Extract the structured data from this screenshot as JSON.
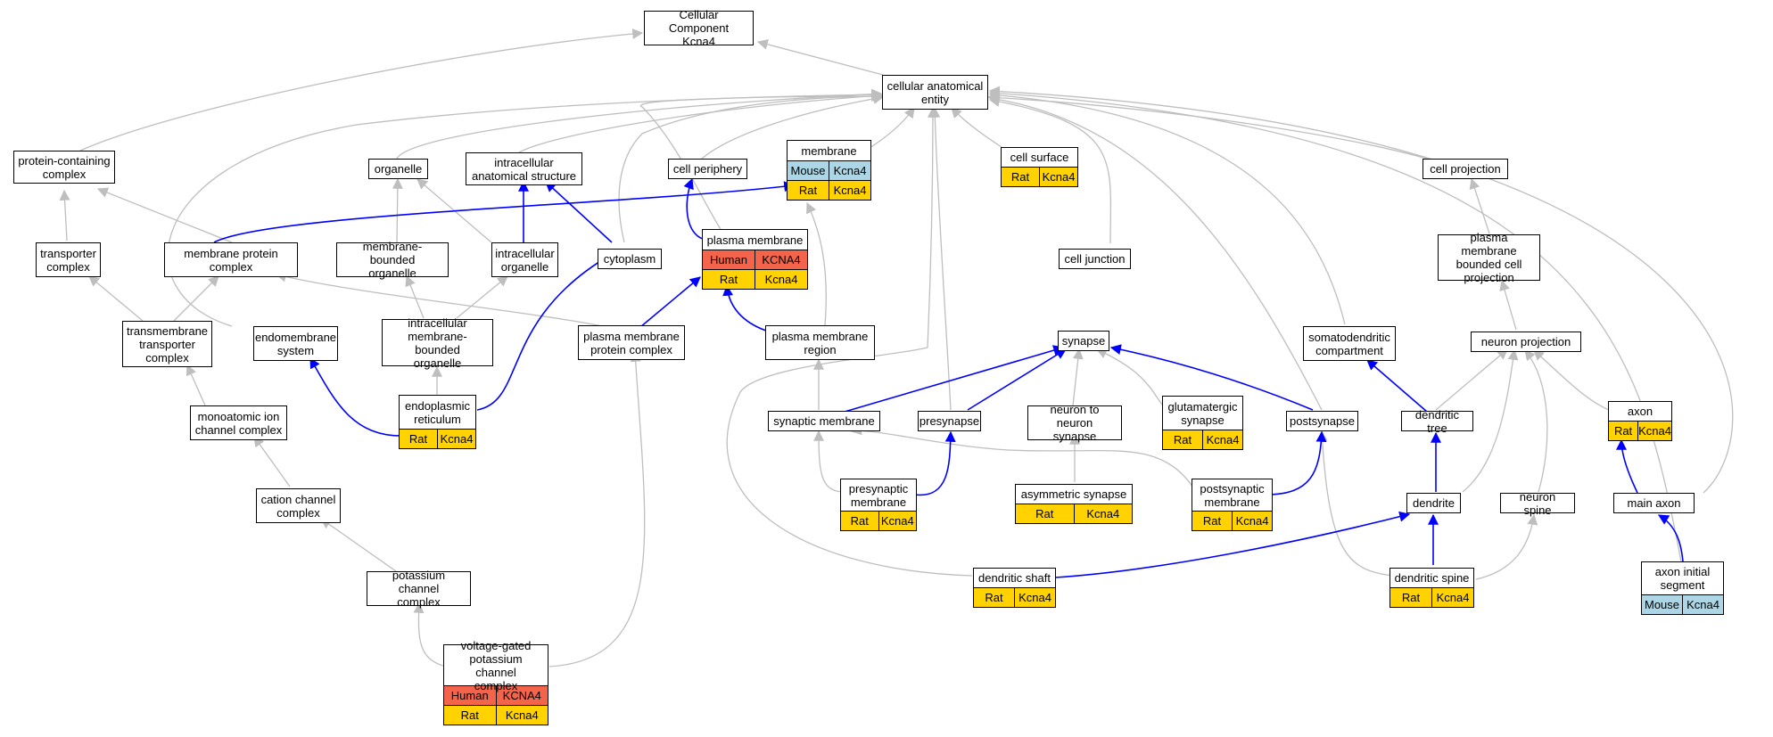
{
  "colors": {
    "edge_gray": "#bebebe",
    "edge_blue": "#0000ff",
    "human": "#f4644a",
    "rat": "#ffd200",
    "mouse": "#acd6e6"
  },
  "nodes": [
    {
      "id": "cc",
      "label": "Cellular Component\nKcna4"
    },
    {
      "id": "cae",
      "label": "cellular anatomical\nentity"
    },
    {
      "id": "pcc",
      "label": "protein-containing\ncomplex"
    },
    {
      "id": "org",
      "label": "organelle"
    },
    {
      "id": "ias",
      "label": "intracellular\nanatomical structure"
    },
    {
      "id": "cper",
      "label": "cell periphery"
    },
    {
      "id": "mem",
      "label": "membrane",
      "ann": [
        [
          "Mouse",
          "Kcna4"
        ],
        [
          "Rat",
          "Kcna4"
        ]
      ]
    },
    {
      "id": "csurf",
      "label": "cell surface",
      "ann": [
        [
          "Rat",
          "Kcna4"
        ]
      ]
    },
    {
      "id": "cproj",
      "label": "cell projection"
    },
    {
      "id": "tc",
      "label": "transporter\ncomplex"
    },
    {
      "id": "mpc",
      "label": "membrane protein\ncomplex"
    },
    {
      "id": "mbo",
      "label": "membrane-bounded\norganelle"
    },
    {
      "id": "io",
      "label": "intracellular\norganelle"
    },
    {
      "id": "cyto",
      "label": "cytoplasm"
    },
    {
      "id": "pm",
      "label": "plasma membrane",
      "ann": [
        [
          "Human",
          "KCNA4"
        ],
        [
          "Rat",
          "Kcna4"
        ]
      ]
    },
    {
      "id": "cj",
      "label": "cell junction"
    },
    {
      "id": "pmbcp",
      "label": "plasma membrane\nbounded cell\nprojection"
    },
    {
      "id": "ttc",
      "label": "transmembrane\ntransporter\ncomplex"
    },
    {
      "id": "es",
      "label": "endomembrane\nsystem"
    },
    {
      "id": "imbo",
      "label": "intracellular\nmembrane-bounded\norganelle"
    },
    {
      "id": "pmpc",
      "label": "plasma membrane\nprotein complex"
    },
    {
      "id": "pmr",
      "label": "plasma membrane\nregion"
    },
    {
      "id": "syn",
      "label": "synapse"
    },
    {
      "id": "sdc",
      "label": "somatodendritic\ncompartment"
    },
    {
      "id": "np",
      "label": "neuron projection"
    },
    {
      "id": "er",
      "label": "endoplasmic\nreticulum",
      "ann": [
        [
          "Rat",
          "Kcna4"
        ]
      ]
    },
    {
      "id": "maicc",
      "label": "monoatomic ion\nchannel complex"
    },
    {
      "id": "sm",
      "label": "synaptic membrane"
    },
    {
      "id": "presyn",
      "label": "presynapse"
    },
    {
      "id": "n2n",
      "label": "neuron to neuron\nsynapse"
    },
    {
      "id": "gs",
      "label": "glutamatergic\nsynapse",
      "ann": [
        [
          "Rat",
          "Kcna4"
        ]
      ]
    },
    {
      "id": "postsyn",
      "label": "postsynapse"
    },
    {
      "id": "dt",
      "label": "dendritic tree"
    },
    {
      "id": "axon",
      "label": "axon",
      "ann": [
        [
          "Rat",
          "Kcna4"
        ]
      ]
    },
    {
      "id": "ccc",
      "label": "cation channel\ncomplex"
    },
    {
      "id": "presm",
      "label": "presynaptic\nmembrane",
      "ann": [
        [
          "Rat",
          "Kcna4"
        ]
      ]
    },
    {
      "id": "as",
      "label": "asymmetric synapse",
      "ann": [
        [
          "Rat",
          "Kcna4"
        ]
      ]
    },
    {
      "id": "postsm",
      "label": "postsynaptic\nmembrane",
      "ann": [
        [
          "Rat",
          "Kcna4"
        ]
      ]
    },
    {
      "id": "dend",
      "label": "dendrite"
    },
    {
      "id": "nspine",
      "label": "neuron spine"
    },
    {
      "id": "maxon",
      "label": "main axon"
    },
    {
      "id": "kcc",
      "label": "potassium channel\ncomplex"
    },
    {
      "id": "dshaft",
      "label": "dendritic shaft",
      "ann": [
        [
          "Rat",
          "Kcna4"
        ]
      ]
    },
    {
      "id": "dspine",
      "label": "dendritic spine",
      "ann": [
        [
          "Rat",
          "Kcna4"
        ]
      ]
    },
    {
      "id": "ais",
      "label": "axon initial\nsegment",
      "ann": [
        [
          "Mouse",
          "Kcna4"
        ]
      ]
    },
    {
      "id": "vgkcc",
      "label": "voltage-gated\npotassium channel\ncomplex",
      "ann": [
        [
          "Human",
          "KCNA4"
        ],
        [
          "Rat",
          "Kcna4"
        ]
      ]
    }
  ]
}
